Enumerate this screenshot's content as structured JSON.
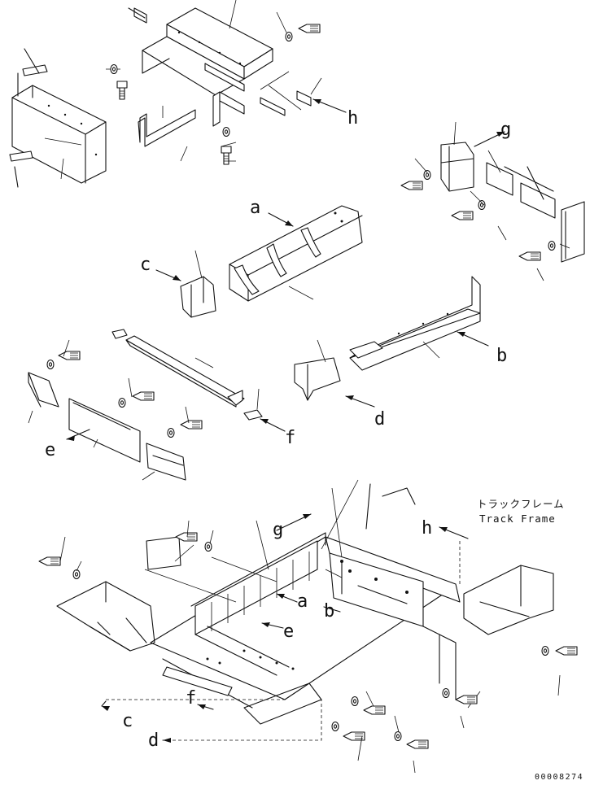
{
  "labels": {
    "a": "a",
    "b": "b",
    "c": "c",
    "d": "d",
    "e": "e",
    "f": "f",
    "g": "g",
    "h": "h"
  },
  "frame_note": {
    "jp": "トラックフレーム",
    "en": "Track Frame"
  },
  "drawing_code": "00008274"
}
